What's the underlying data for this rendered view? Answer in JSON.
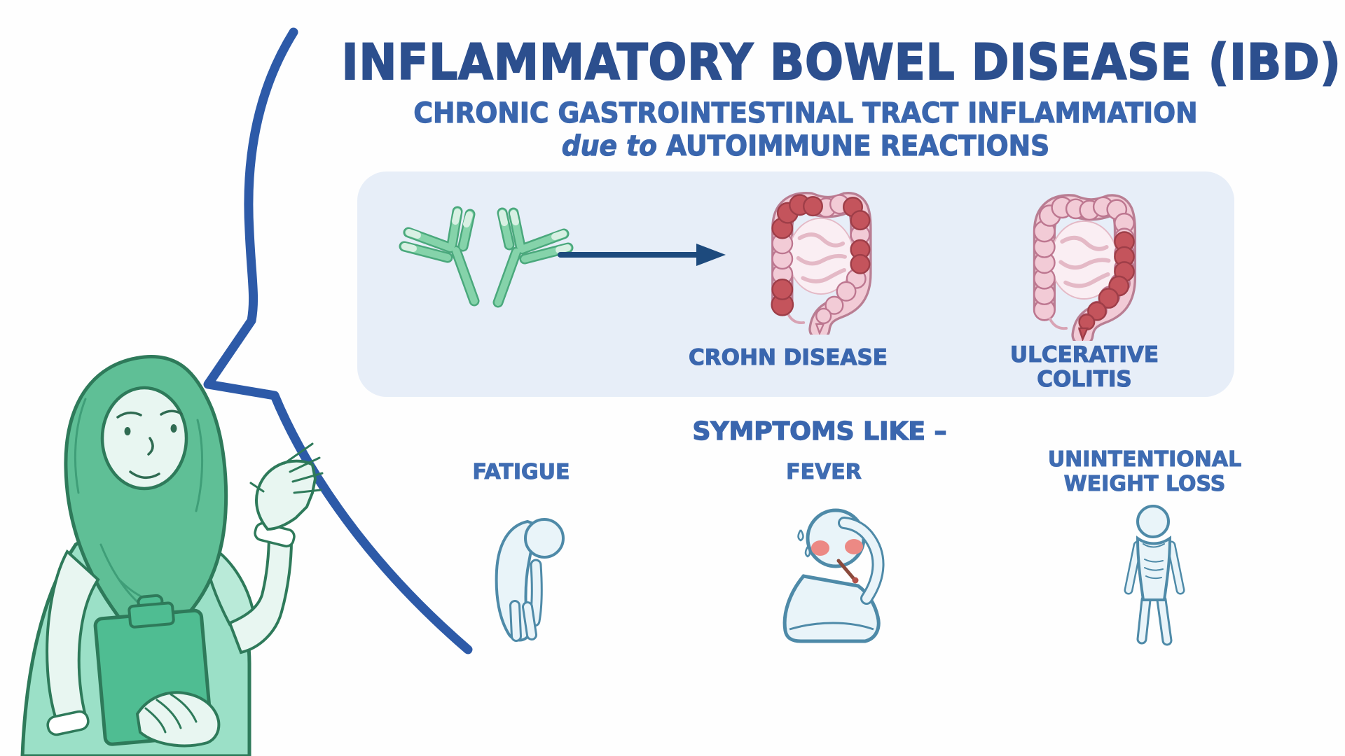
{
  "header": {
    "title": "INFLAMMATORY BOWEL DISEASE (IBD)",
    "subtitle": "CHRONIC GASTROINTESTINAL TRACT INFLAMMATION",
    "due_prefix": "due to",
    "due_main": "AUTOIMMUNE REACTIONS"
  },
  "panel": {
    "crohn_label": "CROHN DISEASE",
    "uc_label": "ULCERATIVE COLITIS"
  },
  "symptoms": {
    "heading": "SYMPTOMS LIKE –",
    "items": [
      {
        "label": "FATIGUE",
        "icon": "fatigued-person-icon"
      },
      {
        "label": "FEVER",
        "icon": "fever-person-icon"
      },
      {
        "label": "UNINTENTIONAL WEIGHT LOSS",
        "icon": "underweight-person-icon"
      }
    ]
  },
  "illustrations": {
    "presenter": "woman-in-hijab-holding-clipboard",
    "speech_bubble": "speech-bubble-outline",
    "antibodies": "antibody-icon",
    "arrow": "right-arrow-icon",
    "crohn_image": "colon-with-patchy-inflammation",
    "uc_image": "colon-with-continuous-inflammation"
  },
  "colors": {
    "title_blue": "#2c4f8e",
    "subtitle_blue": "#3a66ae",
    "panel_bg": "#e7eef8",
    "speech_bubble_blue": "#2d5aa8",
    "arrow_navy": "#1d4a7d",
    "antibody_green": "#85d3aa",
    "antibody_outline": "#4aa87c",
    "colon_pink": "#f2cbd6",
    "colon_outline": "#b97e93",
    "inflamed_red": "#c4545c",
    "figure_fill": "#e9f4f9",
    "figure_outline": "#4e8aa8",
    "cheek_red": "#ec8984",
    "presenter_hijab_green": "#5fbf96",
    "presenter_scrub_green": "#9be0c7",
    "presenter_outline_green": "#2e7a5a",
    "clipboard_green": "#4fbd92"
  }
}
